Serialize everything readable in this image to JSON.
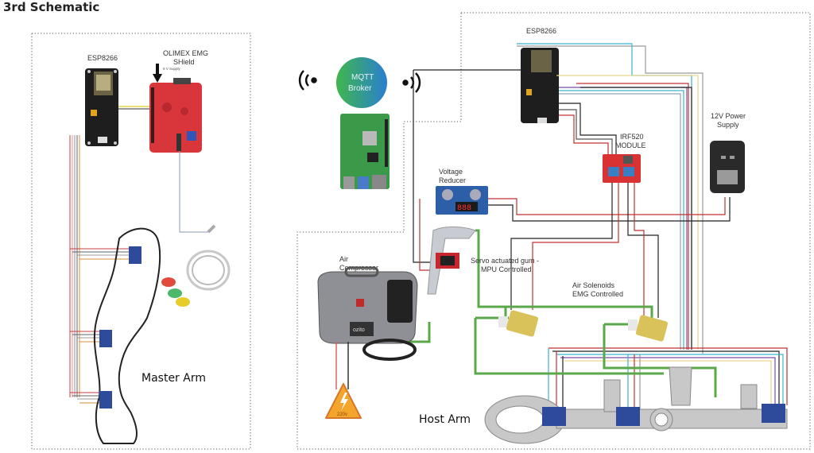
{
  "title": "3rd Schematic",
  "master": {
    "label": "Master Arm",
    "esp_label": "ESP8266",
    "emg_label_line1": "OLIMEX EMG",
    "emg_label_line2": "SHield",
    "supply_label": "9 V Supply"
  },
  "broker": {
    "line1": "MQTT",
    "line2": "Broker"
  },
  "host": {
    "label": "Host Arm",
    "esp_label": "ESP8266",
    "irf_line1": "IRF520",
    "irf_line2": "MODULE",
    "psu_line1": "12V Power",
    "psu_line2": "Supply",
    "reducer_line1": "Voltage",
    "reducer_line2": "Reducer",
    "reducer_display": "888",
    "compressor_line1": "Air",
    "compressor_line2": "Compressor",
    "compressor_brand": "ozito",
    "servo_line1": "Servo actuated gum -",
    "servo_line2": "MPU Controlled",
    "solenoid_line1": "Air Solenoids",
    "solenoid_line2": "EMG Controlled",
    "warning_label": "220v"
  }
}
